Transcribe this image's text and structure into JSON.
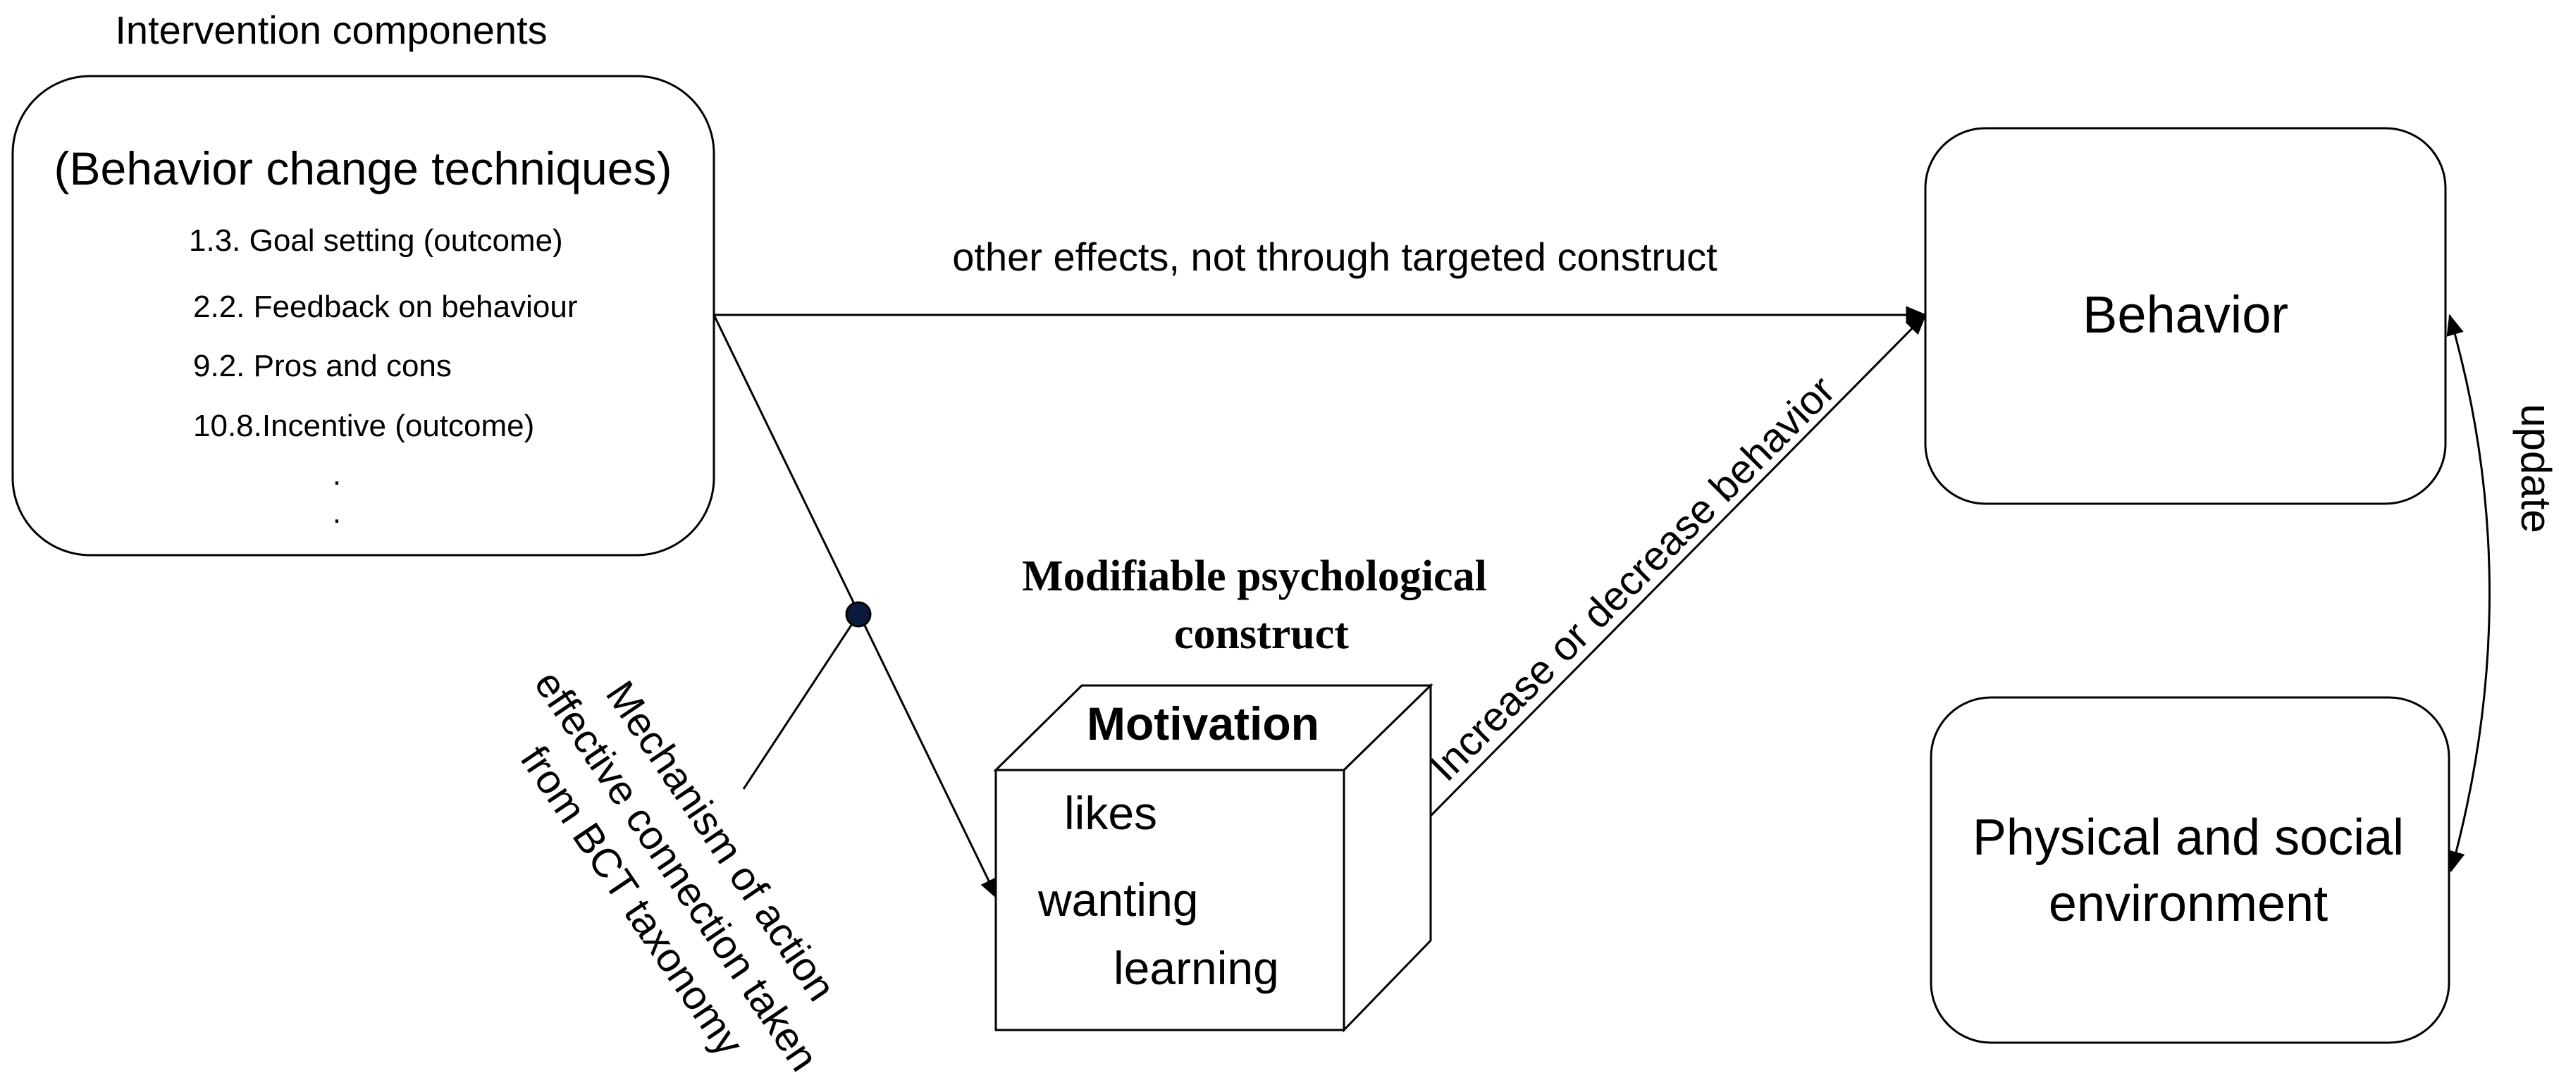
{
  "interventions": {
    "caption": "Intervention components",
    "heading": "(Behavior change techniques)",
    "items": [
      "1.3. Goal setting (outcome)",
      "2.2. Feedback on behaviour",
      "9.2. Pros and cons",
      "10.8.Incentive (outcome)"
    ],
    "ellipsis_1": ".",
    "ellipsis_2": "."
  },
  "arrows": {
    "direct_effect_label": "other effects, not through targeted construct",
    "construct_to_behavior_label": "Increase or decrease behavior",
    "update_label": "update"
  },
  "mechanism": {
    "lines": [
      "Mechanism of action",
      "effective connection taken",
      "from BCT taxonomy"
    ]
  },
  "construct": {
    "title_line1": "Modifiable psychological",
    "title_line2": "construct",
    "cube_title": "Motivation",
    "components": [
      "likes",
      "wanting",
      "learning"
    ]
  },
  "behavior": {
    "label": "Behavior"
  },
  "environment": {
    "line1": "Physical and social",
    "line2": "environment"
  },
  "colors": {
    "stroke": "#000000",
    "background": "#ffffff",
    "node_fill": "#0a1a3a"
  }
}
